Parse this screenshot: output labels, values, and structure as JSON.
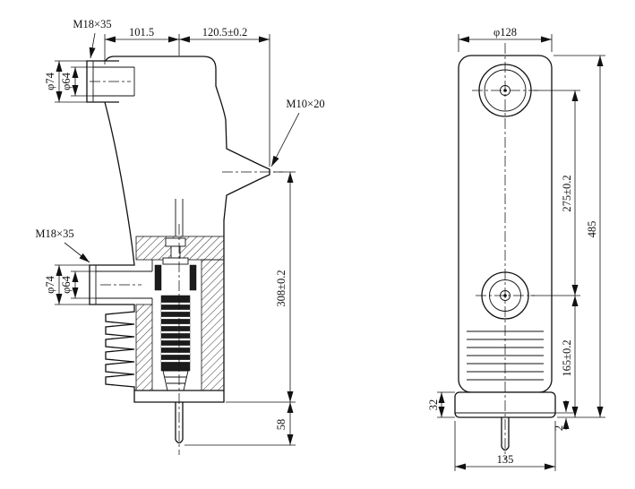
{
  "page": {
    "background": "#ffffff",
    "ink": "#111111"
  },
  "drawing": {
    "left_view": {
      "name": "side-section-view",
      "labels": {
        "thread_top": "M18×35",
        "span_left": "101.5",
        "span_right": "120.5±0.2",
        "dia_outer_top": "φ74",
        "dia_inner_top": "φ64",
        "thread_contact": "M10×20",
        "thread_mid": "M18×35",
        "dia_outer_mid": "φ74",
        "dia_inner_mid": "φ64",
        "height_body": "308±0.2",
        "height_stem": "58"
      }
    },
    "right_view": {
      "name": "front-view",
      "labels": {
        "dia_housing": "φ128",
        "span_upper": "275±0.2",
        "height_total": "485",
        "span_lower": "165±0.2",
        "flange_height": "32",
        "lip": "2",
        "base_width": "135"
      }
    }
  }
}
